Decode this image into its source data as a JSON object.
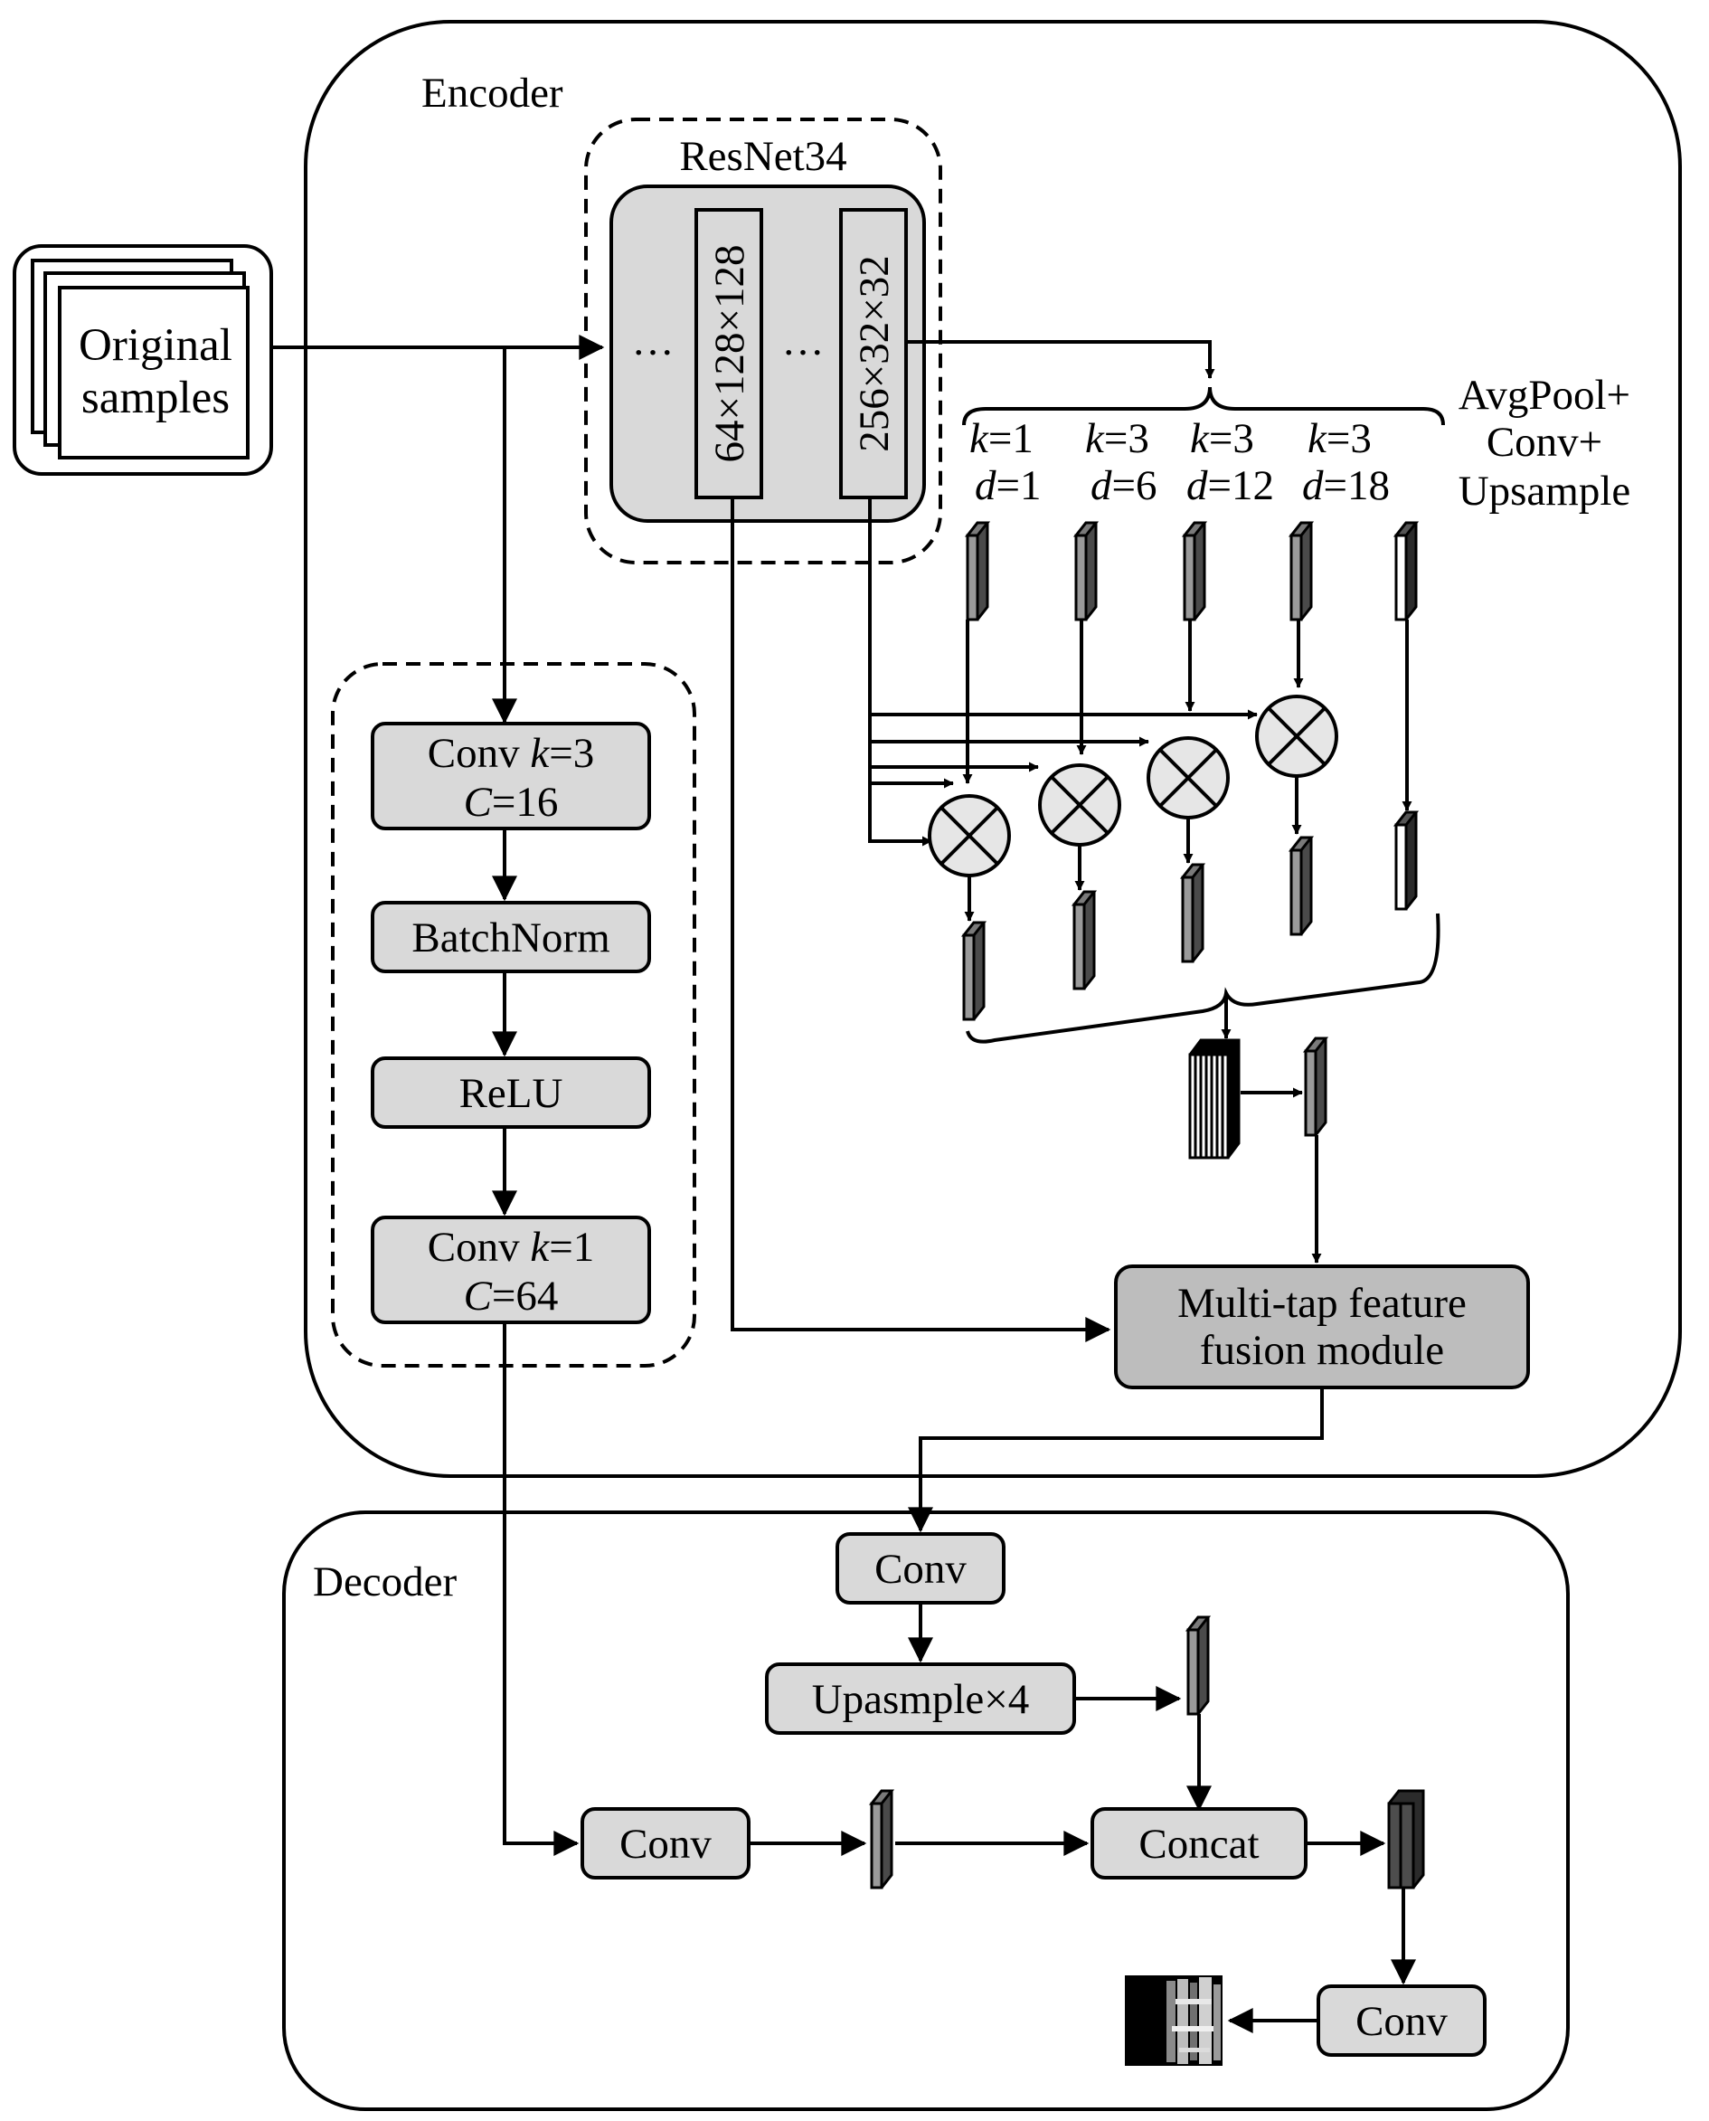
{
  "input": {
    "line1": "Original",
    "line2": "samples"
  },
  "encoder": {
    "title": "Encoder",
    "backbone": {
      "title": "ResNet34",
      "dots_left": "…",
      "dots_mid": "…",
      "feature_low": "64×128×128",
      "feature_high": "256×32×32"
    },
    "aspp_branches": [
      {
        "k_name": "k",
        "k_val": "=1",
        "d_name": "d",
        "d_val": "=1"
      },
      {
        "k_name": "k",
        "k_val": "=3",
        "d_name": "d",
        "d_val": "=6"
      },
      {
        "k_name": "k",
        "k_val": "=3",
        "d_name": "d",
        "d_val": "=12"
      },
      {
        "k_name": "k",
        "k_val": "=3",
        "d_name": "d",
        "d_val": "=18"
      }
    ],
    "pool_branch": {
      "line1": "AvgPool+",
      "line2": "Conv+",
      "line3": "Upsample"
    },
    "shallow_block": {
      "conv1": {
        "l1_a": "Conv ",
        "l1_i": "k",
        "l1_b": "=3",
        "l2_i": "C",
        "l2_b": "=16"
      },
      "batchnorm": "BatchNorm",
      "relu": "ReLU",
      "conv2": {
        "l1_a": "Conv ",
        "l1_i": "k",
        "l1_b": "=1",
        "l2_i": "C",
        "l2_b": "=64"
      }
    },
    "fusion_module": {
      "line1": "Multi-tap feature",
      "line2": "fusion module"
    }
  },
  "decoder": {
    "title": "Decoder",
    "conv_top": "Conv",
    "upsample": "Upasmple×4",
    "conv_left": "Conv",
    "concat": "Concat",
    "conv_out": "Conv"
  }
}
